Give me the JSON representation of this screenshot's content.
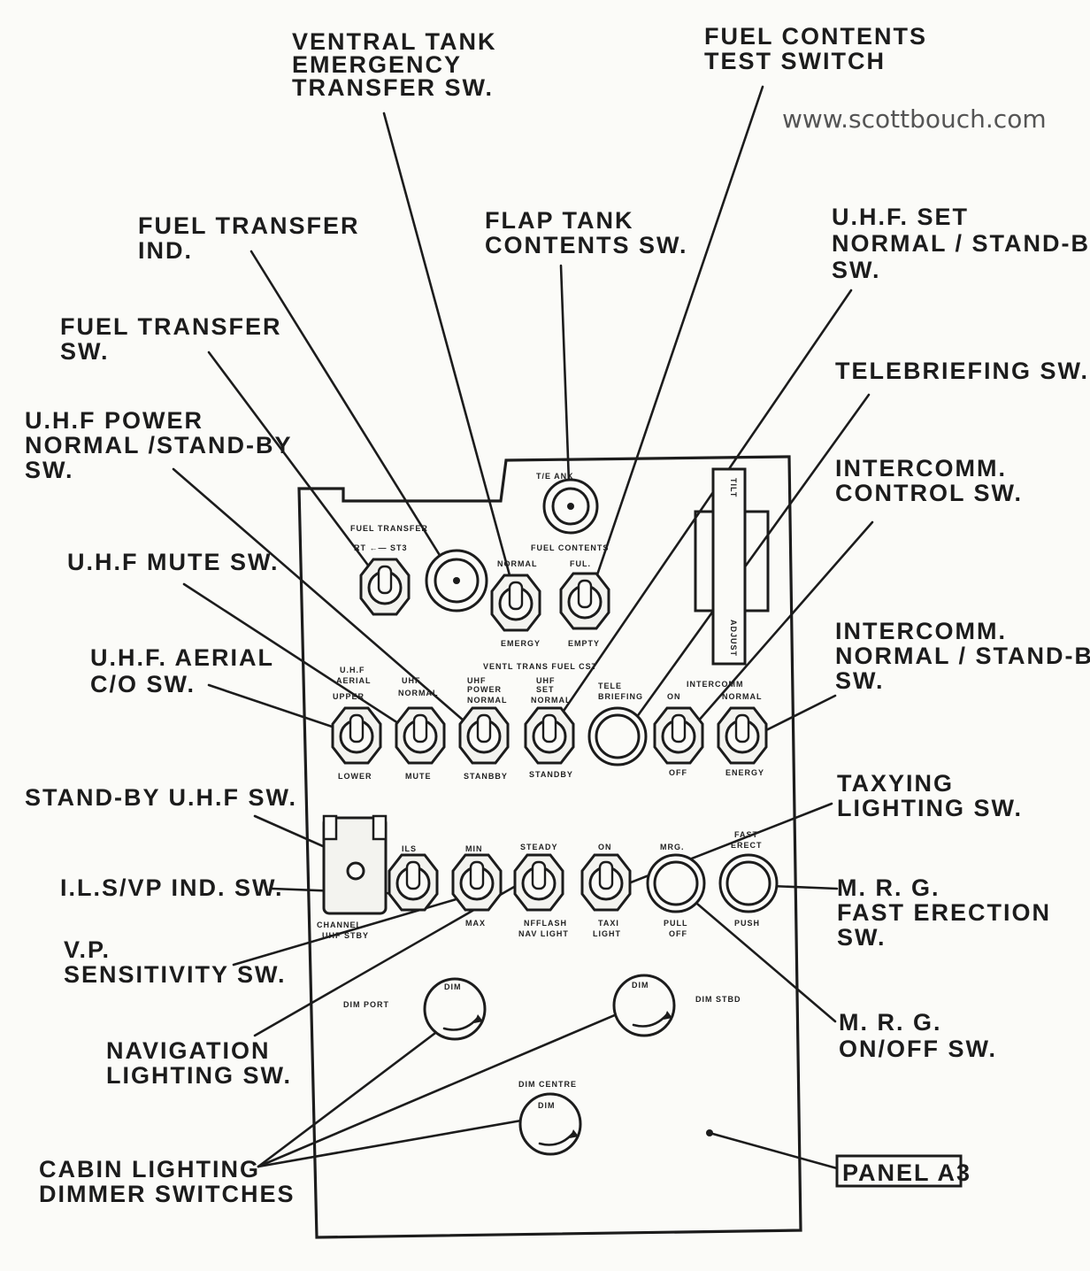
{
  "watermark": "www.scottbouch.com",
  "callouts": {
    "ventral_tank": [
      "VENTRAL TANK",
      "EMERGENCY",
      "TRANSFER SW."
    ],
    "fuel_contents_test": [
      "FUEL CONTENTS",
      "TEST SWITCH"
    ],
    "fuel_transfer_ind": [
      "FUEL TRANSFER",
      "IND."
    ],
    "flap_tank": [
      "FLAP TANK",
      "CONTENTS SW."
    ],
    "uhf_set": [
      "U.H.F. SET",
      "NORMAL / STAND-BY",
      "SW."
    ],
    "fuel_transfer_sw": [
      "FUEL TRANSFER",
      "SW."
    ],
    "telebriefing": [
      "TELEBRIEFING SW."
    ],
    "uhf_power": [
      "U.H.F POWER",
      "NORMAL /STAND-BY",
      "SW."
    ],
    "intercomm_control": [
      "INTERCOMM.",
      "CONTROL SW."
    ],
    "uhf_mute": [
      "U.H.F MUTE SW."
    ],
    "intercomm_normal": [
      "INTERCOMM.",
      "NORMAL / STAND-BY",
      "SW."
    ],
    "uhf_aerial": [
      "U.H.F. AERIAL",
      "C/O SW."
    ],
    "standby_uhf": [
      "STAND-BY U.H.F SW."
    ],
    "taxying": [
      "TAXYING",
      "LIGHTING SW."
    ],
    "ils_vp": [
      "I.L.S/VP IND. SW."
    ],
    "mrg_fast": [
      "M. R. G.",
      "FAST ERECTION",
      "SW."
    ],
    "vp_sens": [
      "V.P.",
      "SENSITIVITY SW."
    ],
    "navigation": [
      "NAVIGATION",
      "LIGHTING SW."
    ],
    "mrg_onoff": [
      "M. R. G.",
      "ON/OFF SW."
    ],
    "cabin": [
      "CABIN LIGHTING",
      "DIMMER SWITCHES"
    ],
    "panel": "PANEL A3"
  },
  "panel_labels": {
    "te_gauge_top": "T/E   ANK",
    "fuel_transfer": "FUEL TRANSFER",
    "rt_st3": "RT ←— ST3",
    "fuel_contents": "FUEL CONTENTS",
    "normal": "NORMAL",
    "ful": "FUL.",
    "emergy": "EMERGY",
    "empty": "EMPTY",
    "ventl_trans": "VENTL TRANS FUEL CST",
    "adjust": "ADJUST",
    "tilt": "TILT",
    "uhf_aerial_top": [
      "U.H.F",
      "AERIAL",
      "UPPER"
    ],
    "uhf_normal_top": [
      "UHF",
      "NORMAL"
    ],
    "uhf_power_top": [
      "UHF",
      "POWER",
      "NORMAL"
    ],
    "uhf_set_top": [
      "UHF",
      "SET",
      "NORMAL"
    ],
    "tele_top": [
      "TELE",
      "BRIEFING"
    ],
    "intercomm_top": "INTERCOMM",
    "on": "ON",
    "normal2": "NORMAL",
    "lower": "LOWER",
    "mute": "MUTE",
    "standby1": "STANBBY",
    "standby2": "STANDBY",
    "off": "OFF",
    "energy": "ENERGY",
    "ils": "ILS",
    "min": "MIN",
    "steady": "STEADY",
    "on2": "ON",
    "mrg": "MRG.",
    "fast_erect": [
      "FAST",
      "ERECT"
    ],
    "channel": [
      "CHANNEL",
      "UHF STBY"
    ],
    "max": "MAX",
    "nav_flash": [
      "NFFLASH",
      "NAV LIGHT"
    ],
    "taxi_light": [
      "TAXI",
      "LIGHT"
    ],
    "pull_off": [
      "PULL",
      "OFF"
    ],
    "push": "PUSH",
    "dim_port": "DIM PORT",
    "dim_stbd": "DIM STBD",
    "dim_centre": "DIM CENTRE",
    "dim": "DIM"
  }
}
